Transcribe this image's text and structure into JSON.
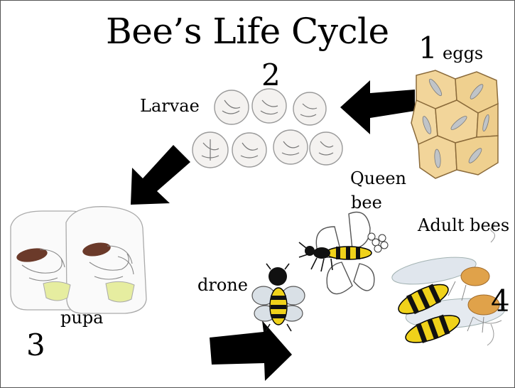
{
  "title": "Bee’s Life Cycle",
  "stages": {
    "eggs": {
      "number": "1",
      "label": "eggs"
    },
    "larvae": {
      "number": "2",
      "label": "Larvae"
    },
    "pupa": {
      "number": "3",
      "label": "pupa"
    },
    "adult": {
      "number": "4",
      "label": "Adult bees"
    }
  },
  "castes": {
    "queen_line1": "Queen",
    "queen_line2": "bee",
    "drone": "drone"
  },
  "colors": {
    "arrow": "#000000",
    "egg_cell": "#f2d59a",
    "egg_outline": "#8a6a3a",
    "bee_yellow": "#f0d21a",
    "bee_black": "#111111",
    "pencil": "#9a9a9a"
  }
}
